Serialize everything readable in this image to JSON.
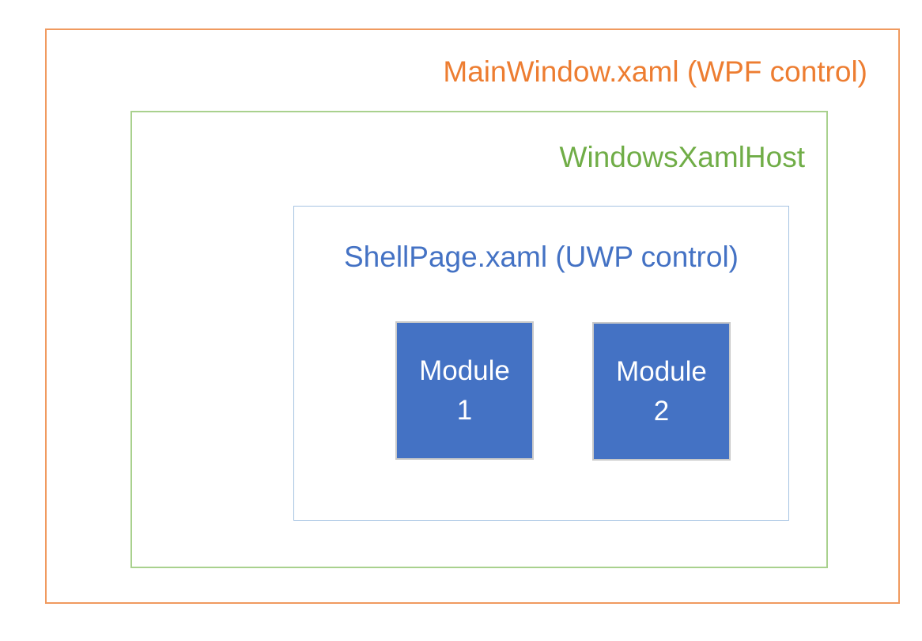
{
  "diagram": {
    "outer_box": {
      "label": "MainWindow.xaml (WPF control)",
      "text_color": "#ED7D31",
      "border_color": "#F09A5F"
    },
    "host_box": {
      "label": "WindowsXamlHost",
      "text_color": "#70AD47",
      "border_color": "#A9D18E"
    },
    "page_box": {
      "label": "ShellPage.xaml (UWP control)",
      "text_color": "#4472C4",
      "border_color": "#A6C3E2"
    },
    "modules": [
      {
        "line1": "Module",
        "line2": "1"
      },
      {
        "line1": "Module",
        "line2": "2"
      }
    ],
    "module_style": {
      "fill_color": "#4472C4",
      "border_color": "#C9C9C9",
      "text_color": "#FFFFFF"
    },
    "background_color": "#FFFFFF"
  }
}
